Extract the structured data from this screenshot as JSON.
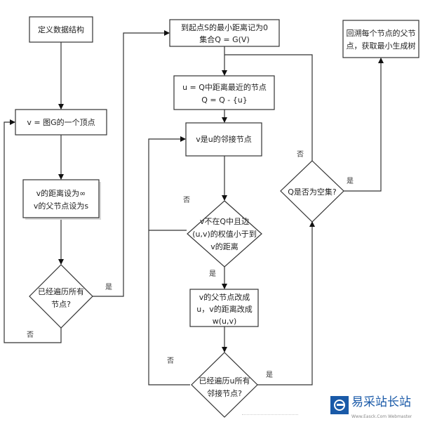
{
  "nodes": {
    "define_struct": {
      "lines": [
        "定义数据结构"
      ],
      "shape": "rect"
    },
    "pick_vertex": {
      "lines": [
        "v = 图G的一个顶点"
      ],
      "shape": "rect"
    },
    "init_vertex": {
      "lines": [
        "v的距离设为∞",
        "v的父节点设为s"
      ],
      "shape": "rect"
    },
    "all_visited": {
      "lines": [
        "已经遍历所有",
        "节点?"
      ],
      "shape": "diamond"
    },
    "init_source": {
      "lines": [
        "到起点S的最小距离记为0",
        "集合Q = G(V)"
      ],
      "shape": "rect"
    },
    "extract_min": {
      "lines": [
        "u = Q中距离最近的节点",
        "Q = Q - {u}"
      ],
      "shape": "rect"
    },
    "neighbor": {
      "lines": [
        "v是u的邻接节点"
      ],
      "shape": "rect"
    },
    "relax_check": {
      "lines": [
        "v不在Q中且边",
        "(u,v)的权值小于到",
        "v的距离"
      ],
      "shape": "diamond"
    },
    "relax_update": {
      "lines": [
        "v的父节点改成",
        "u，v的距离改成",
        "w(u,v)"
      ],
      "shape": "rect"
    },
    "all_neighbors": {
      "lines": [
        "已经遍历u所有",
        "邻接节点?"
      ],
      "shape": "diamond"
    },
    "q_empty": {
      "lines": [
        "Q是否为空集?"
      ],
      "shape": "diamond"
    },
    "result": {
      "lines": [
        "回溯每个节点的父节",
        "点，获取最小生成树"
      ],
      "shape": "rect"
    }
  },
  "edge_labels": {
    "all_visited_yes": "是",
    "all_visited_no": "否",
    "relax_yes": "是",
    "relax_no": "否",
    "all_neighbors_yes": "是",
    "all_neighbors_no": "否",
    "q_empty_yes": "是",
    "q_empty_no": "否"
  },
  "watermark": {
    "brand": "易采站长站",
    "subtitle": "Www.Easck.Com  Webmaster",
    "brand_color": "#1a5aa8"
  }
}
